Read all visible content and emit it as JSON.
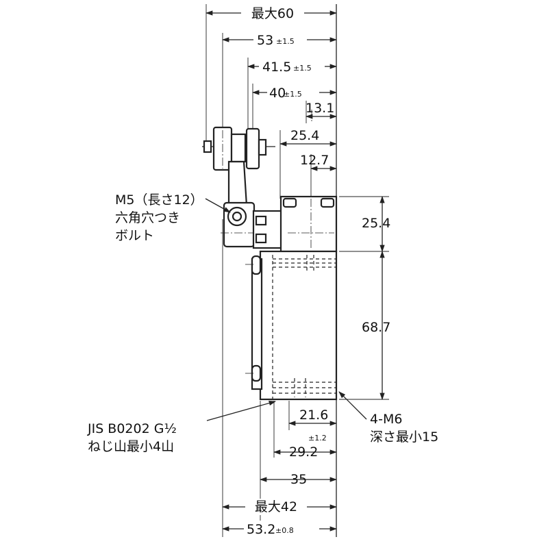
{
  "dimensions": {
    "max_width": "最大60",
    "width_53": "53",
    "width_53_tol": "±1.5",
    "width_41_5": "41.5",
    "width_41_5_tol": "±1.5",
    "width_40": "40",
    "width_40_tol": "±1.5",
    "dim_13_1": "13.1",
    "dim_25_4_top": "25.4",
    "dim_12_7": "12.7",
    "dim_25_4_side": "25.4",
    "dim_68_7": "68.7",
    "dim_21_6": "21.6",
    "dim_29_2": "29.2",
    "dim_29_2_tol": "±1.2",
    "dim_35": "35",
    "max_depth": "最大42",
    "depth_53_2": "53.2",
    "depth_53_2_tol": "±0.8"
  },
  "callouts": {
    "bolt_line1": "M5（長さ12）",
    "bolt_line2": "六角穴つき",
    "bolt_line3": "ボルト",
    "conduit_line1": "JIS B0202 G½",
    "conduit_line2": "ねじ山最小4山",
    "tap_line1": "4-M6",
    "tap_line2": "深さ最小15"
  }
}
